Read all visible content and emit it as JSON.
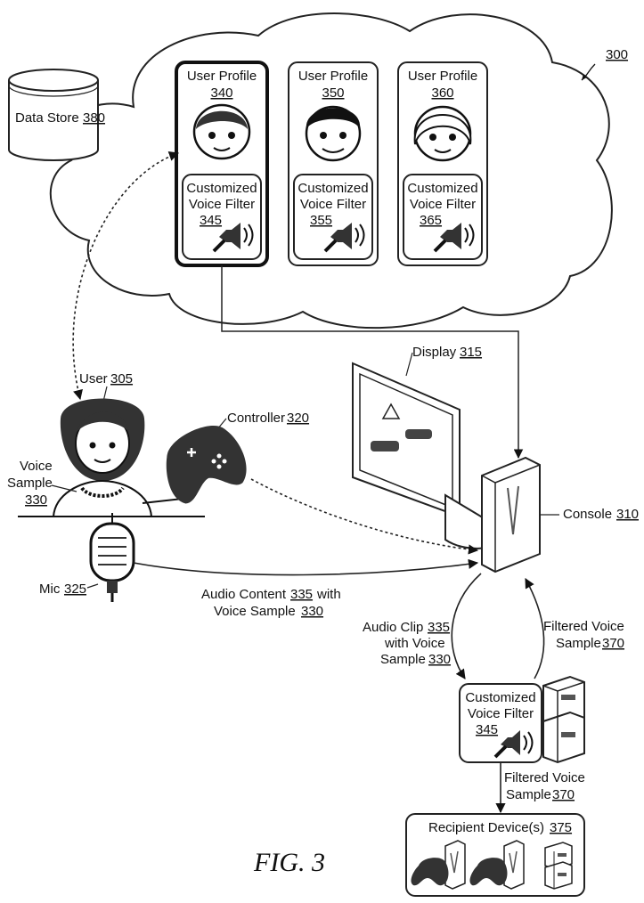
{
  "figure_ref": "300",
  "figure_caption": "FIG. 3",
  "data_store": {
    "label": "Data Store",
    "ref": "380"
  },
  "profiles": [
    {
      "title": "User Profile",
      "ref": "340",
      "filter_line1": "Customized",
      "filter_line2": "Voice Filter",
      "filter_ref": "345"
    },
    {
      "title": "User Profile",
      "ref": "350",
      "filter_line1": "Customized",
      "filter_line2": "Voice Filter",
      "filter_ref": "355"
    },
    {
      "title": "User Profile",
      "ref": "360",
      "filter_line1": "Customized",
      "filter_line2": "Voice Filter",
      "filter_ref": "365"
    }
  ],
  "display": {
    "label": "Display",
    "ref": "315"
  },
  "user": {
    "label": "User",
    "ref": "305"
  },
  "controller": {
    "label": "Controller",
    "ref": "320"
  },
  "voice_sample": {
    "line1": "Voice",
    "line2": "Sample",
    "ref": "330"
  },
  "console": {
    "label": "Console",
    "ref": "310"
  },
  "mic": {
    "label": "Mic",
    "ref": "325"
  },
  "audio_content": {
    "line1": "Audio Content",
    "ref1": "335",
    "with": "with",
    "line2": "Voice Sample",
    "ref2": "330"
  },
  "audio_clip": {
    "line1": "Audio Clip",
    "ref1": "335",
    "line2": "with Voice",
    "line3": "Sample",
    "ref2": "330"
  },
  "filtered_up": {
    "line1": "Filtered Voice",
    "line2": "Sample",
    "ref": "370"
  },
  "server_filter": {
    "line1": "Customized",
    "line2": "Voice Filter",
    "ref": "345"
  },
  "filtered_down": {
    "line1": "Filtered Voice",
    "line2": "Sample",
    "ref": "370"
  },
  "recipients": {
    "label": "Recipient Device(s)",
    "ref": "375"
  }
}
